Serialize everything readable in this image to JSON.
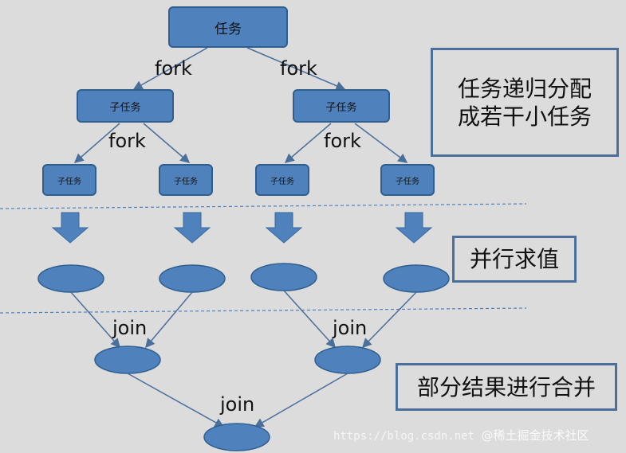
{
  "colors": {
    "node_fill": "#4f81bd",
    "node_border": "#2f5f8f",
    "arrow_fill": "#4f81bd",
    "line": "#4a6f9a",
    "dashed": "#4f81bd",
    "background": "#dcdcdc"
  },
  "tasks": {
    "root": "任务",
    "level1_left": "子任务",
    "level1_right": "子任务",
    "leaf1": "子任务",
    "leaf2": "子任务",
    "leaf3": "子任务",
    "leaf4": "子任务"
  },
  "edge_labels": {
    "fork_top_left": "fork",
    "fork_top_right": "fork",
    "fork_mid_left": "fork",
    "fork_mid_right": "fork",
    "join_left": "join",
    "join_right": "join",
    "join_bottom": "join"
  },
  "notes": {
    "split_line1": "任务递归分配",
    "split_line2": "成若干小任务",
    "parallel": "并行求值",
    "merge": "部分结果进行合并"
  },
  "watermark": {
    "url": "https://blog.csdn.net",
    "brand": "@稀土掘金技术社区"
  }
}
